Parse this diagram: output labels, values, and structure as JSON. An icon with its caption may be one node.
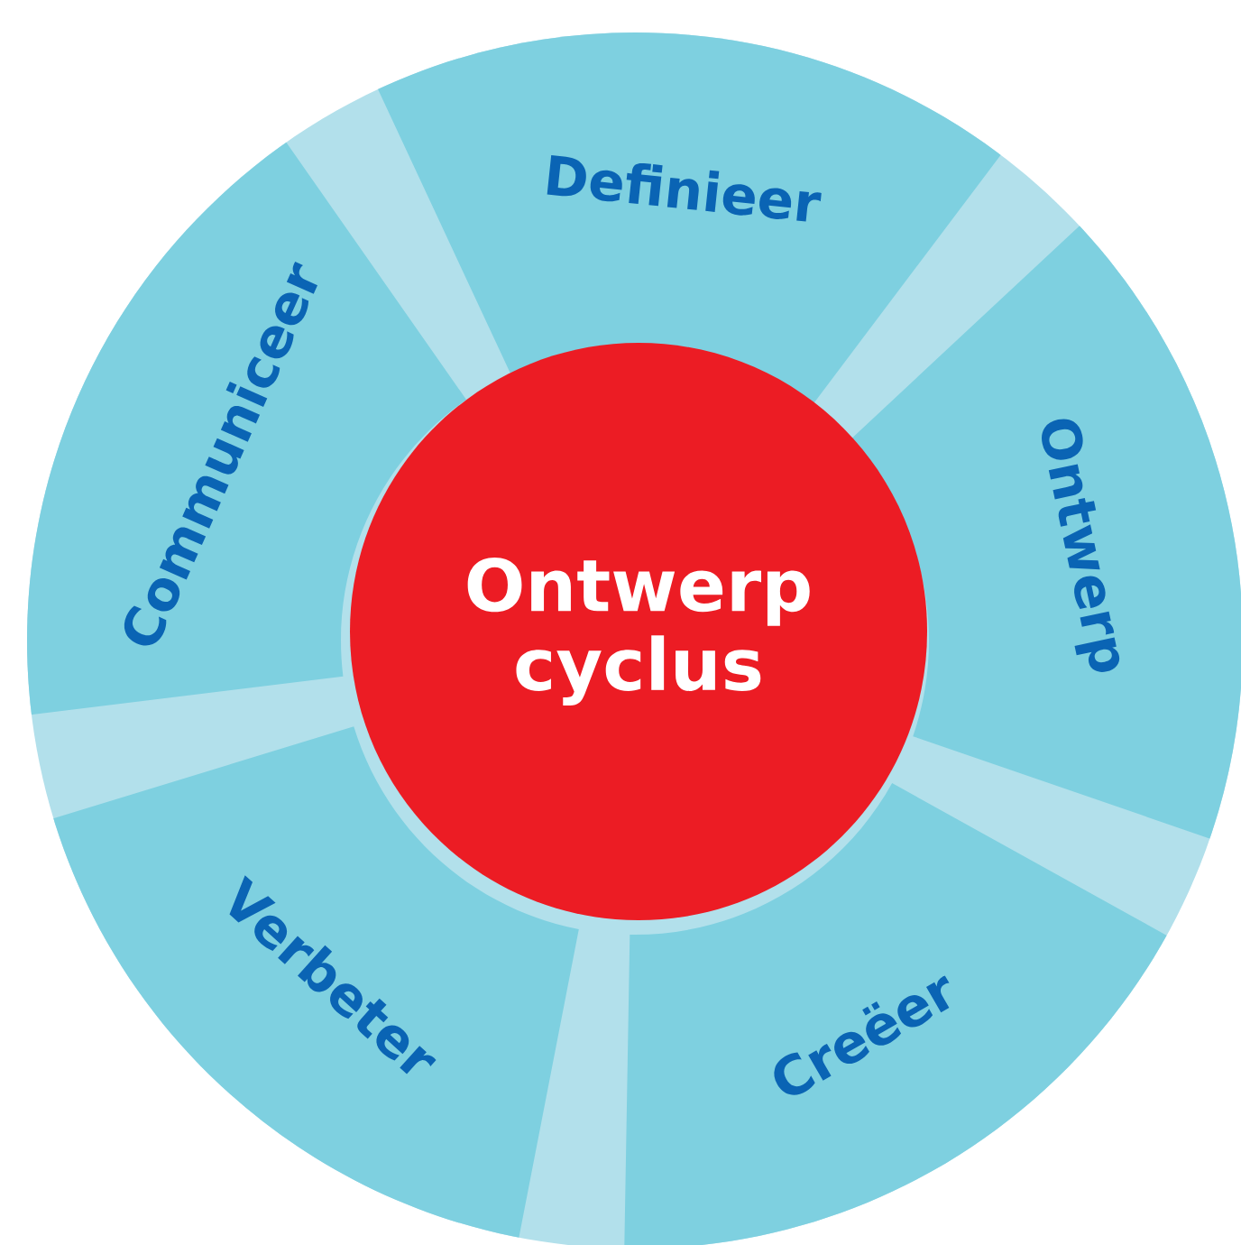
{
  "diagram": {
    "nodes": [
      {
        "text": [
          "Definieer"
        ]
      },
      {
        "text": [
          "Ontwerp"
        ]
      },
      {
        "text": [
          "Creëer"
        ]
      },
      {
        "text": [
          "Verbeter"
        ]
      },
      {
        "text": [
          "Communiceer"
        ]
      },
      {
        "text": [
          "Ontwerp cyclus"
        ]
      }
    ]
  }
}
